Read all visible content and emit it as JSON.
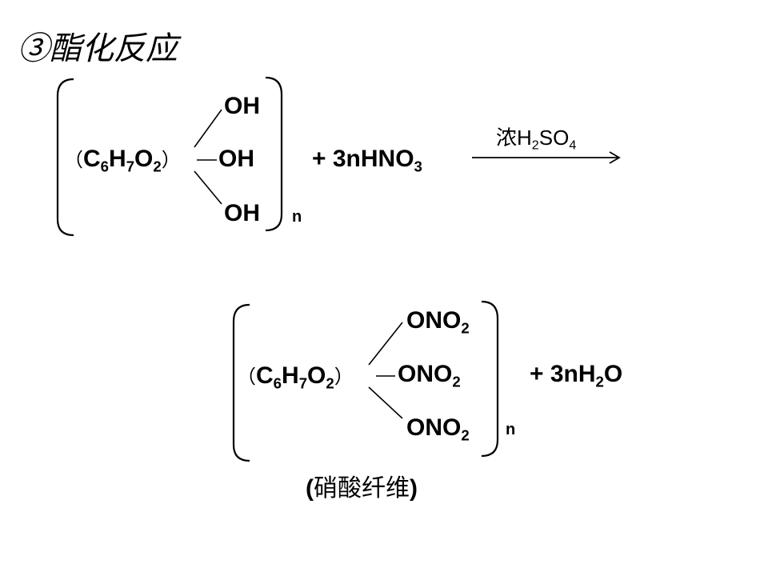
{
  "title": "③酯化反应",
  "reactant": {
    "group_open": "（",
    "formula_C": "C",
    "sub_6": "6",
    "formula_H": "H",
    "sub_7": "7",
    "formula_O": "O",
    "sub_2": "2",
    "group_close": "）",
    "substituent_top": "OH",
    "substituent_mid": "OH",
    "substituent_bot": "OH",
    "repeat_n": "n"
  },
  "reagent": {
    "prefix": "+ 3nHNO",
    "sub": "3"
  },
  "catalyst": {
    "text": "浓H",
    "sub_2": "2",
    "so": "SO",
    "sub_4": "4"
  },
  "product": {
    "group_open": "（",
    "formula_C": "C",
    "sub_6": "6",
    "formula_H": "H",
    "sub_7": "7",
    "formula_O": "O",
    "sub_2": "2",
    "group_close": "）",
    "sub_top_text": "ONO",
    "sub_top_sub": "2",
    "sub_mid_text": "ONO",
    "sub_mid_sub": "2",
    "sub_bot_text": "ONO",
    "sub_bot_sub": "2",
    "repeat_n": "n"
  },
  "byproduct": {
    "prefix": "+ 3nH",
    "sub": "2",
    "suffix": "O"
  },
  "product_name": {
    "open": "(",
    "name": "硝酸纤维",
    "close": ")"
  }
}
